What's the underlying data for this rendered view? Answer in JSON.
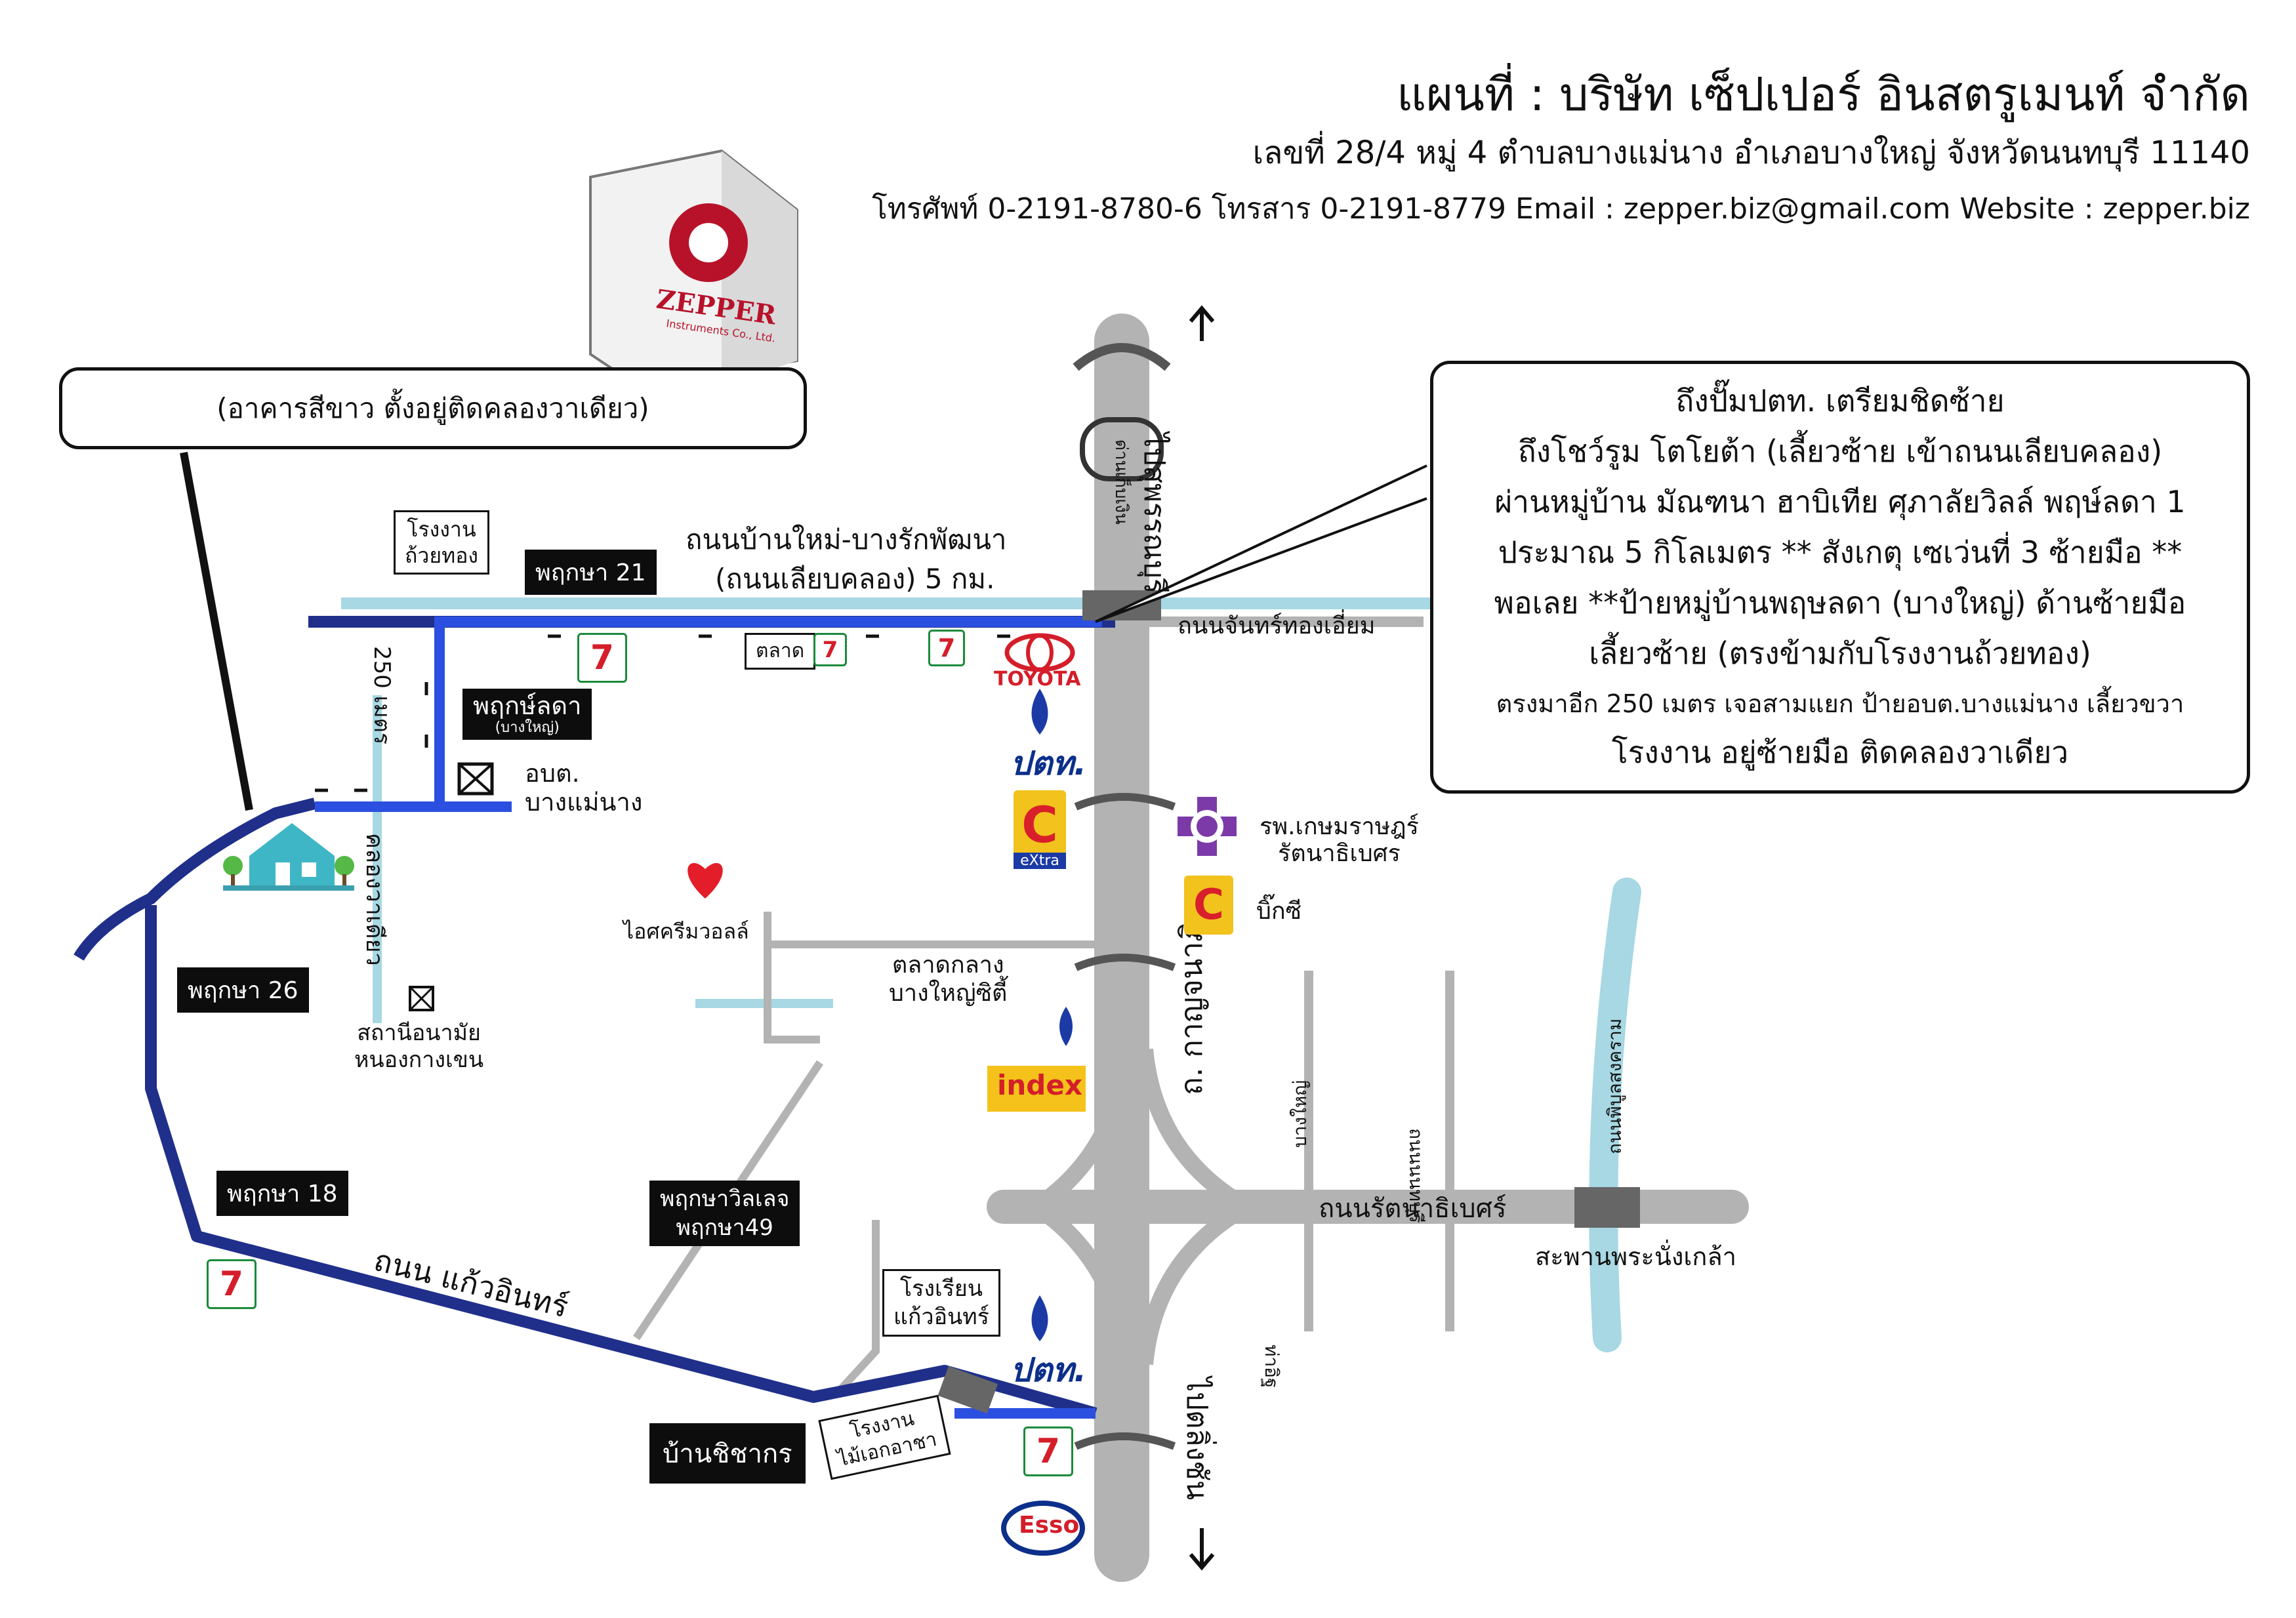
{
  "header": {
    "title": "แผนที่ : บริษัท เซ็ปเปอร์ อินสตรูเมนท์ จำกัด",
    "address": "เลขที่  28/4  หมู่ 4  ตำบลบางแม่นาง อำเภอบางใหญ่ จังหวัดนนทบุรี 11140",
    "contact": "โทรศัพท์  0-2191-8780-6   โทรสาร 0-2191-8779  Email : zepper.biz@gmail.com  Website : zepper.biz"
  },
  "sign": {
    "brand": "ZEPPER",
    "sub": "Instruments Co., Ltd."
  },
  "callout_building": "(อาคารสีขาว  ตั้งอยู่ติดคลองวาเดียว)",
  "directions": [
    "ถึงปั๊มปตท. เตรียมชิดซ้าย",
    "ถึงโชว์รูม โตโยต้า  (เลี้ยวซ้าย เข้าถนนเลียบคลอง)",
    "ผ่านหมู่บ้าน มัณฑนา ฮาบิเทีย ศุภาลัยวิลล์ พฤษ์ลดา 1",
    "ประมาณ 5 กิโลเมตร    ** สังเกตุ เซเว่นที่ 3 ซ้ายมือ **",
    "พอเลย **ป้ายหมู่บ้านพฤษลดา (บางใหญ่) ด้านซ้ายมือ",
    "เลี้ยวซ้าย (ตรงข้ามกับโรงงานถ้วยทอง)",
    "ตรงมาอีก 250 เมตร เจอสามแยก ป้ายอบต.บางแม่นาง เลี้ยวขวา",
    "โรงงาน อยู่ซ้ายมือ ติดคลองวาเดียว"
  ],
  "labels": {
    "road_top": "ถนนบ้านใหม่-บางรักพัฒนา",
    "road_top_sub": "(ถนนเลียบคลอง)  5 กม.",
    "road_right": "ถนนจันทร์ทองเอี่ยม",
    "to_north": "ไปสุพรรณบุรี",
    "to_south": "ไปตลิ่งชัน",
    "main_road": "ถ. กาญจนาภิเษก",
    "toll": "ด่านเก็บเงิน",
    "factory_cup": "โรงงาน\nถ้วยทอง",
    "pruksa21": "พฤกษา 21",
    "pruksa26": "พฤกษา 26",
    "pruksa18": "พฤกษา 18",
    "pruksalada": "พฤกษ์ลดา",
    "pruksalada_sub": "(บางใหญ่)",
    "meters": "250 เมตร",
    "obt": "อบต.\nบางแม่นาง",
    "canal": "คลองวาเดียว",
    "health": "สถานีอนามัย\nหนองกางเขน",
    "market": "ตลาด",
    "icecream": "ไอศครีมวอลล์",
    "central_market": "ตลาดกลาง\nบางใหญ่ซิตี้",
    "hospital": "รพ.เกษมราษฎร์\nรัตนาธิเบศร",
    "bigc": "บิ๊กซี",
    "bigc_extra": "eXtra",
    "toyota": "TOYOTA",
    "ptt": "ปตท.",
    "index": "index",
    "esso": "Esso",
    "village": "พฤกษาวิลเลจ\nพฤกษา49",
    "school": "โรงเรียน\nแก้วอินทร์",
    "factory_wood": "โรงงาน\nไม้เอกอาชา",
    "road_kaew": "ถนน  แก้วอินทร์",
    "chichakorn": "บ้านชิชากร",
    "road_rattana": "ถนนรัตนาธิเบศร์",
    "bridge": "สะพานพระนั่งเกล้า",
    "bang_yai_v": "บางใหญ่",
    "tha_it": "ท่าอิฐ",
    "nonthaburi": "ถนนนนทบุรี",
    "pnp": "ถนนพิบูลสงคราม"
  },
  "colors": {
    "route_blue": "#2b4fe0",
    "road_navy": "#1f2f8a",
    "road_gray": "#b3b3b3",
    "canal": "#a7d8e3",
    "brand_red": "#b8122a"
  }
}
